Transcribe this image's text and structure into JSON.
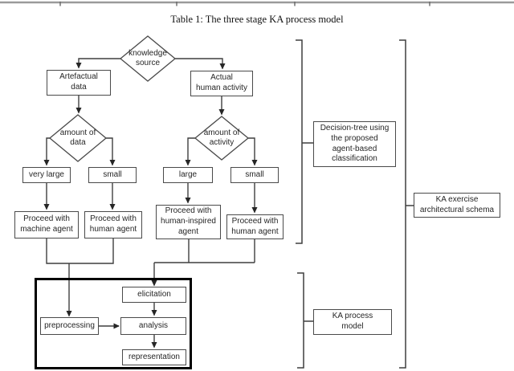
{
  "title": "Table 1: The three stage KA process model",
  "nodes": {
    "knowledge_source": {
      "label": "knowledge\nsource"
    },
    "artefactual_data": {
      "label": "Artefactual\ndata"
    },
    "actual_human_activity": {
      "label": "Actual\nhuman activity"
    },
    "amount_of_data": {
      "label": "amount of\ndata"
    },
    "amount_of_activity": {
      "label": "amount of\nactivity"
    },
    "very_large": {
      "label": "very large"
    },
    "small_data": {
      "label": "small"
    },
    "large_activity": {
      "label": "large"
    },
    "small_activity": {
      "label": "small"
    },
    "proceed_machine": {
      "label": "Proceed with\nmachine agent"
    },
    "proceed_human_data": {
      "label": "Proceed with\nhuman agent"
    },
    "proceed_human_inspired": {
      "label": "Proceed with\nhuman-inspired\nagent"
    },
    "proceed_human_activity": {
      "label": "Proceed with\nhuman agent"
    },
    "elicitation": {
      "label": "elicitation"
    },
    "preprocessing": {
      "label": "preprocessing"
    },
    "analysis": {
      "label": "analysis"
    },
    "representation": {
      "label": "representation"
    }
  },
  "side_labels": {
    "decision_tree": {
      "label": "Decision-tree using\nthe proposed\nagent-based\nclassification"
    },
    "ka_exercise": {
      "label": "KA exercise\narchitectural schema"
    },
    "ka_process": {
      "label": "KA process\nmodel"
    }
  },
  "colors": {
    "line": "#3f3f3f",
    "arrow": "#262626",
    "box_border": "#4a4a4a",
    "thick_border": "#000000",
    "top_rule": "#9a9a9a"
  }
}
